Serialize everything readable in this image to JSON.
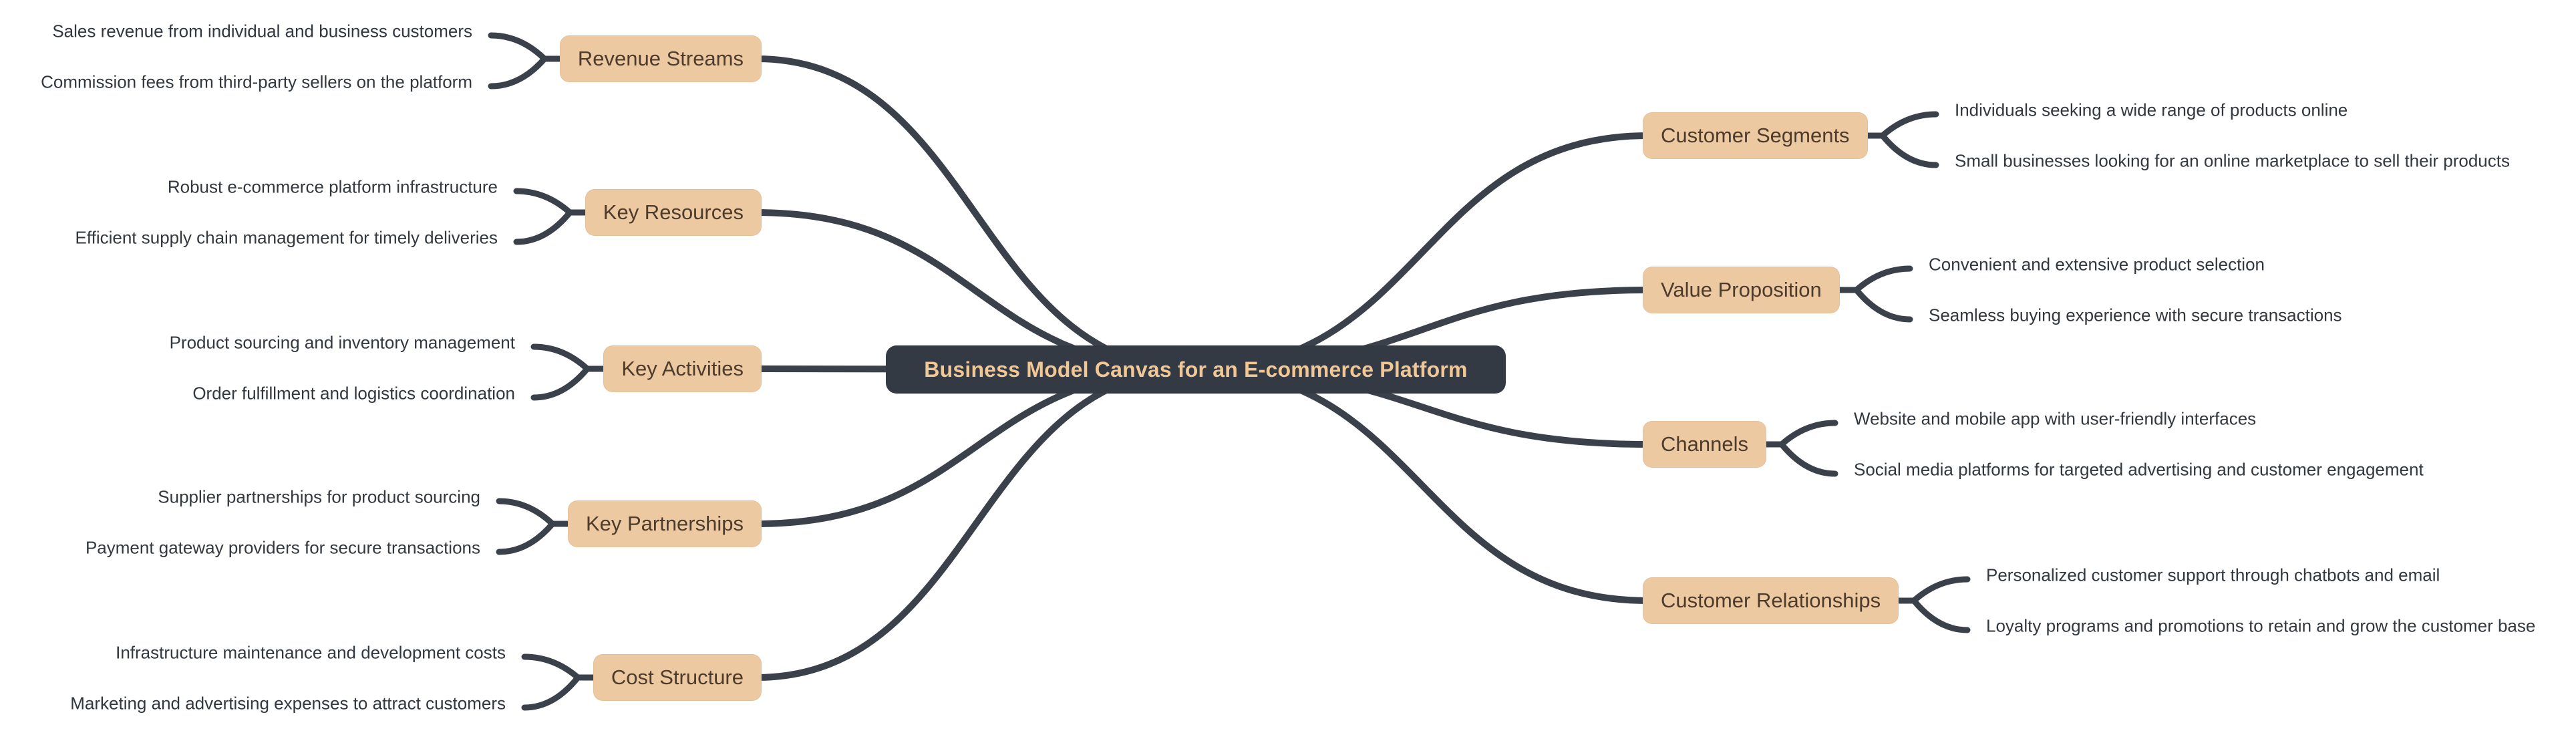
{
  "title": "Business Model Canvas for an E-commerce Platform",
  "colors": {
    "background": "#ffffff",
    "center_fill": "#333a44",
    "center_text": "#f1c895",
    "node_fill": "#edc9a2",
    "node_text": "#4d3c2b",
    "leaf_text": "#32383e",
    "edge": "#3a414b"
  },
  "left_branches": [
    {
      "label": "Revenue Streams",
      "children": [
        "Sales revenue from individual and business customers",
        "Commission fees from third-party sellers on the platform"
      ]
    },
    {
      "label": "Key Resources",
      "children": [
        "Robust e-commerce platform infrastructure",
        "Efficient supply chain management for timely deliveries"
      ]
    },
    {
      "label": "Key Activities",
      "children": [
        "Product sourcing and inventory management",
        "Order fulfillment and logistics coordination"
      ]
    },
    {
      "label": "Key Partnerships",
      "children": [
        "Supplier partnerships for product sourcing",
        "Payment gateway providers for secure transactions"
      ]
    },
    {
      "label": "Cost Structure",
      "children": [
        "Infrastructure maintenance and development costs",
        "Marketing and advertising expenses to attract customers"
      ]
    }
  ],
  "right_branches": [
    {
      "label": "Customer Segments",
      "children": [
        "Individuals seeking a wide range of products online",
        "Small businesses looking for an online marketplace to sell their products"
      ]
    },
    {
      "label": "Value Proposition",
      "children": [
        "Convenient and extensive product selection",
        "Seamless buying experience with secure transactions"
      ]
    },
    {
      "label": "Channels",
      "children": [
        "Website and mobile app with user-friendly interfaces",
        "Social media platforms for targeted advertising and customer engagement"
      ]
    },
    {
      "label": "Customer Relationships",
      "children": [
        "Personalized customer support through chatbots and email",
        "Loyalty programs and promotions to retain and grow the customer base"
      ]
    }
  ]
}
